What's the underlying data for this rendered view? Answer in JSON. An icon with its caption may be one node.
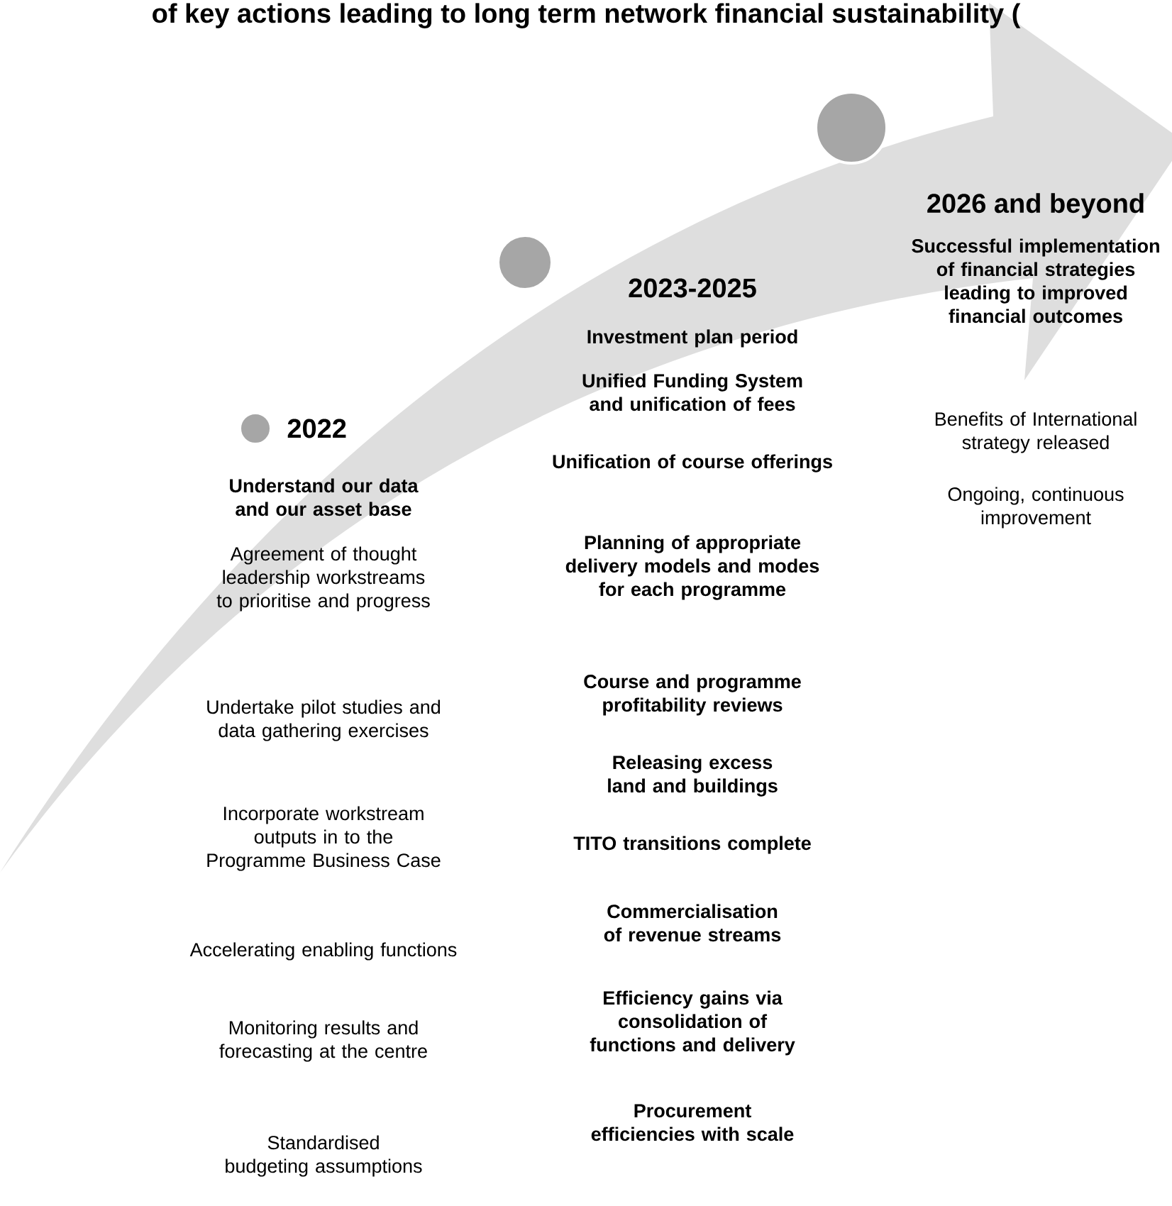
{
  "diagram": {
    "title": "of key actions leading to long term network financial sustainability (",
    "labels": [
      "2022",
      "Understand our data and our asset base",
      "Agreement of thought leadership workstreams to prioritise and progress",
      "Undertake pilot studies and data gathering exercises",
      "Incorporate workstream outputs in to the Programme Business Case",
      "Accelerating enabling functions",
      "Monitoring results and forecasting at the centre",
      "Standardised budgeting assumptions",
      "2023-2025",
      "Investment plan period",
      "Unified Funding System and unification of fees",
      "Unification of course offerings",
      "Planning of appropriate delivery models and modes for each programme",
      "Course and programme profitability reviews",
      "Releasing excess land and buildings",
      "TITO transitions complete",
      "Commercialisation of revenue streams",
      "Efficiency gains via consolidation of functions and delivery",
      "Procurement efficiencies with scale",
      "2026 and beyond",
      "Successful implementation of financial strategies leading to improved financial outcomes",
      "Benefits of International strategy released",
      "Ongoing, continuous improvement"
    ]
  }
}
